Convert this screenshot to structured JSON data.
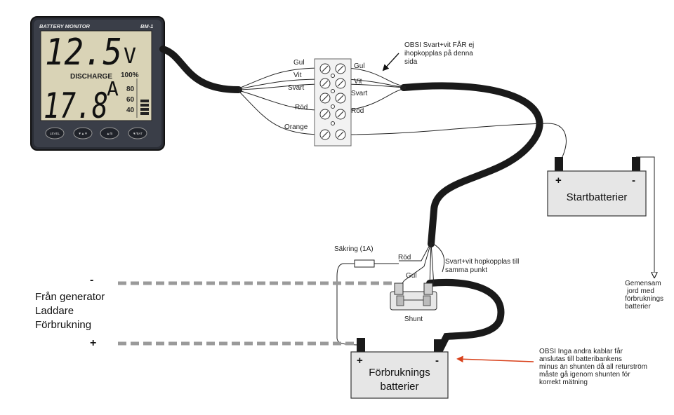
{
  "monitor": {
    "brand": "BATTERY MONITOR",
    "model": "BM-1",
    "voltage": "12.5",
    "voltage_unit": "V",
    "mode": "DISCHARGE",
    "current": "17.8",
    "current_unit": "A",
    "percent_label": "100%",
    "scale": [
      "80",
      "60",
      "40"
    ],
    "buttons": [
      "LEVEL",
      "▼▲▼",
      "▲/B",
      "▼/BAT"
    ]
  },
  "terminal": {
    "left_labels": [
      "Gul",
      "Vit",
      "Svart",
      "Röd",
      "Orange"
    ],
    "right_labels": [
      "Gul",
      "Vit",
      "Svart",
      "Röd"
    ]
  },
  "notes": {
    "top": [
      "OBSI Svart+vit FÅR ej",
      "ihopkopplas på denna",
      "sida"
    ],
    "shunt_join": [
      "Svart+vit hopkopplas till",
      "samma punkt"
    ],
    "ground": [
      "Gemensam",
      "jord med",
      "förbruknings",
      "batterier"
    ],
    "bottom": [
      "OBSI Inga andra kablar får",
      "anslutas till batteribankens",
      "minus än shunten då all returström",
      "måste gå igenom shunten för",
      "korrekt mätning"
    ]
  },
  "fuse_label": "Säkring (1A)",
  "wire_rod": "Röd",
  "wire_gul": "Gul",
  "shunt_label": "Shunt",
  "start_battery": {
    "label": "Startbatterier",
    "plus": "+",
    "minus": "-"
  },
  "house_battery": {
    "label_line1": "Förbruknings",
    "label_line2": "batterier",
    "plus": "+",
    "minus": "-"
  },
  "sources": {
    "minus": "-",
    "lines": [
      "Från generator",
      "Laddare",
      "Förbrukning"
    ],
    "plus": "+"
  },
  "colors": {
    "cable": "#1a1a1a",
    "arrow_red": "#d8401a",
    "dashed": "#9a9a9a",
    "battery": "#e6e6e6",
    "lcd_bg": "#d9d3b6"
  }
}
